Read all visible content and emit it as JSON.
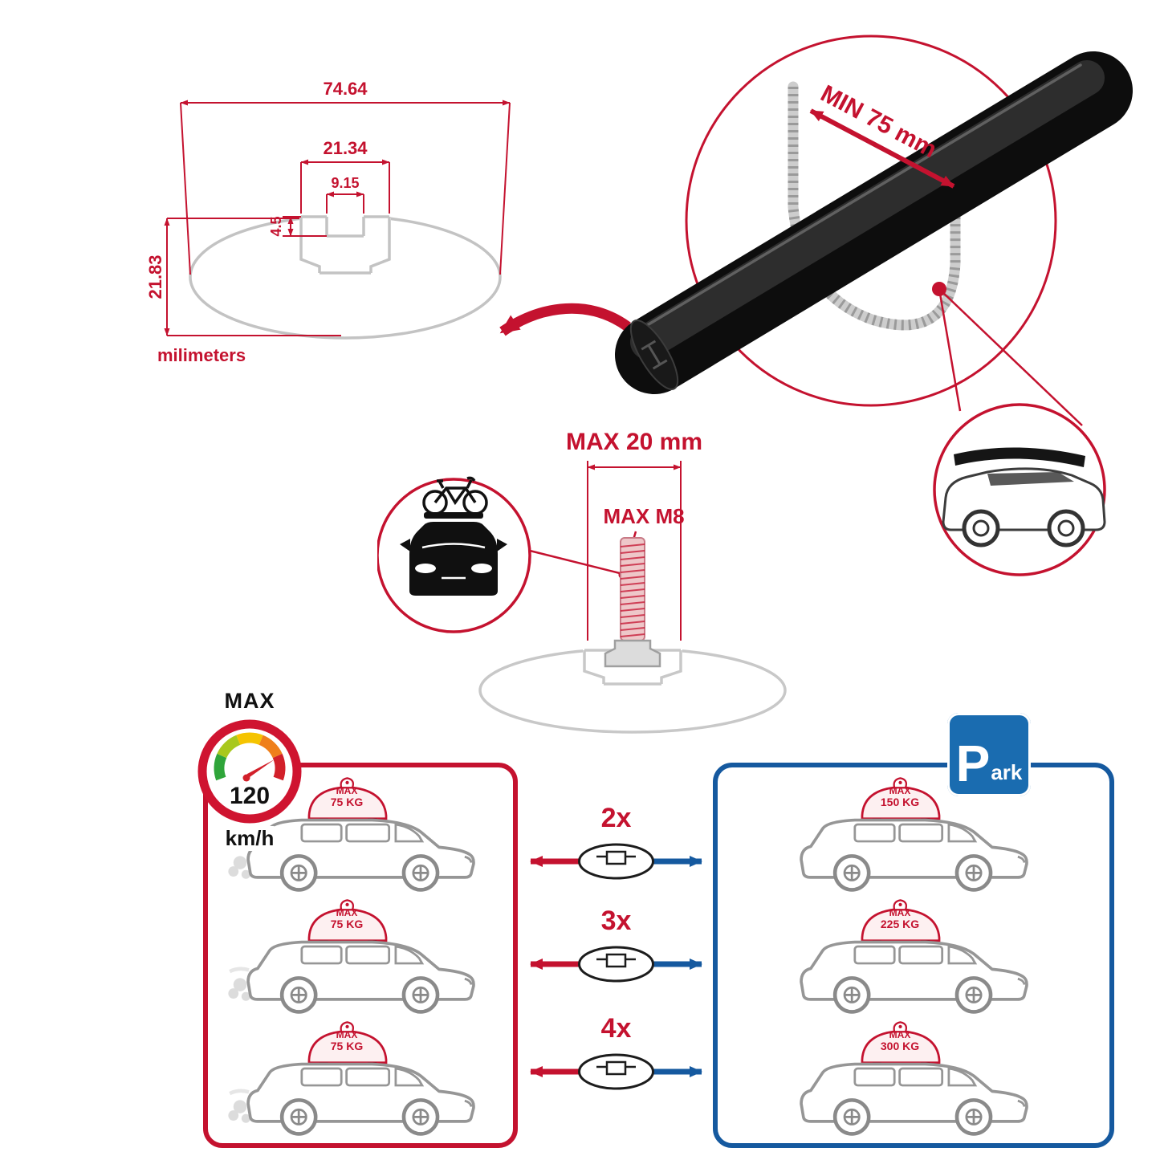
{
  "colors": {
    "red": "#c4122f",
    "blue": "#15599f",
    "park_blue": "#1a6cb0",
    "gray": "#c8c8c8",
    "black": "#111111"
  },
  "profile_dimensions": {
    "total_width": "74.64",
    "channel_width": "21.34",
    "slot_width": "9.15",
    "slot_depth": "4.5",
    "total_height": "21.83",
    "units": "milimeters"
  },
  "clamp": {
    "min_span": "MIN 75 mm"
  },
  "bolt": {
    "max_length": "MAX 20 mm",
    "max_thread": "MAX M8"
  },
  "speed": {
    "label": "MAX",
    "value": "120",
    "unit": "km/h"
  },
  "comparison": {
    "multipliers": [
      "2x",
      "3x",
      "4x"
    ],
    "single_bar": [
      {
        "label": "MAX",
        "value": "75 KG"
      },
      {
        "label": "MAX",
        "value": "75 KG"
      },
      {
        "label": "MAX",
        "value": "75 KG"
      }
    ],
    "multi_bar": [
      {
        "label": "MAX",
        "value": "150 KG"
      },
      {
        "label": "MAX",
        "value": "225 KG"
      },
      {
        "label": "MAX",
        "value": "300 KG"
      }
    ],
    "park": {
      "letter": "P",
      "suffix": "ark"
    }
  }
}
